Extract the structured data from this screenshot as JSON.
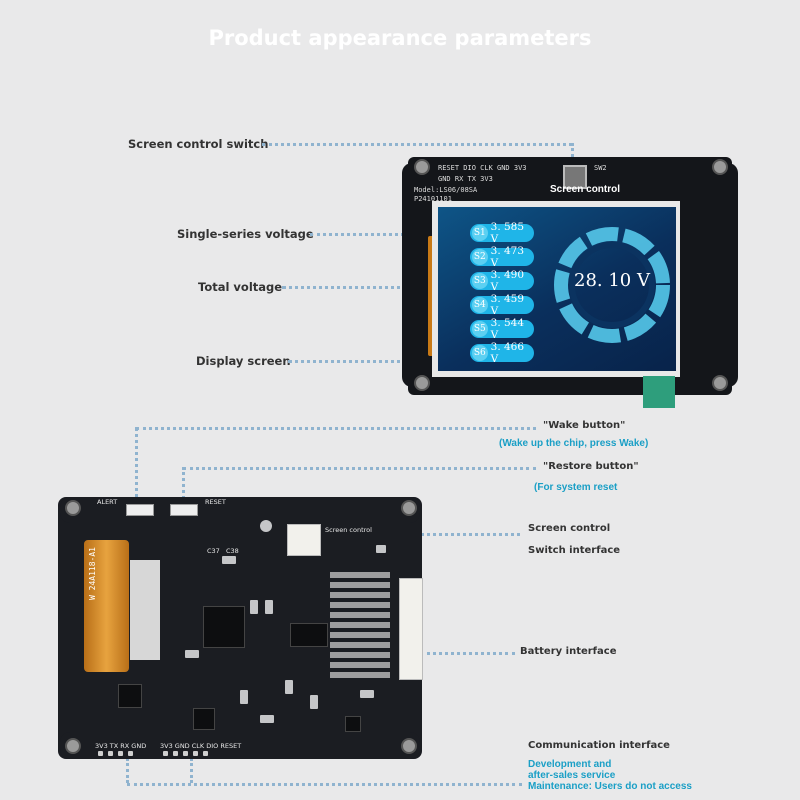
{
  "title": "Product appearance parameters",
  "labels": {
    "screen_switch": "Screen control switch",
    "single_voltage": "Single-series voltage",
    "total_voltage": "Total voltage",
    "display_screen": "Display screen",
    "wake_button": "\"Wake button\"",
    "wake_button_note": "(Wake up the chip, press Wake)",
    "restore_button": "\"Restore button\"",
    "restore_button_note": "(For system reset",
    "screen_control": "Screen control",
    "switch_interface": "Switch interface",
    "battery_interface": "Battery interface",
    "communication_interface": "Communication interface",
    "comm_note_1": "Development and",
    "comm_note_2": "after-sales service",
    "comm_note_3": "Maintenance: Users do not access"
  },
  "front_board": {
    "screen_control_label": "Screen control",
    "sw_label": "SW2",
    "model_line_1": "Model:LS06/08SA",
    "model_line_2": "P24101101",
    "header_pins_1": "RESET DIO CLK GND 3V3",
    "header_pins_2": "GND RX TX 3V3",
    "cells": [
      {
        "id": "S1",
        "value": "3. 585 V"
      },
      {
        "id": "S2",
        "value": "3. 473 V"
      },
      {
        "id": "S3",
        "value": "3. 490 V"
      },
      {
        "id": "S4",
        "value": "3. 459 V"
      },
      {
        "id": "S5",
        "value": "3. 544 V"
      },
      {
        "id": "S6",
        "value": "3. 466 V"
      }
    ],
    "total": "28. 10 V"
  },
  "back_board": {
    "alert": "ALERT",
    "reset": "RESET",
    "screen_control": "Screen control",
    "fpc_text": "W 24A118-A1",
    "pins_left": "3V3 TX RX GND",
    "pins_right": "3V3 GND CLK DIO RESET",
    "c37": "C37",
    "c38": "C38"
  },
  "colors": {
    "background": "#e9e9ea",
    "accent_cyan": "#1fb5e8",
    "note_blue": "#1a9fc6"
  }
}
